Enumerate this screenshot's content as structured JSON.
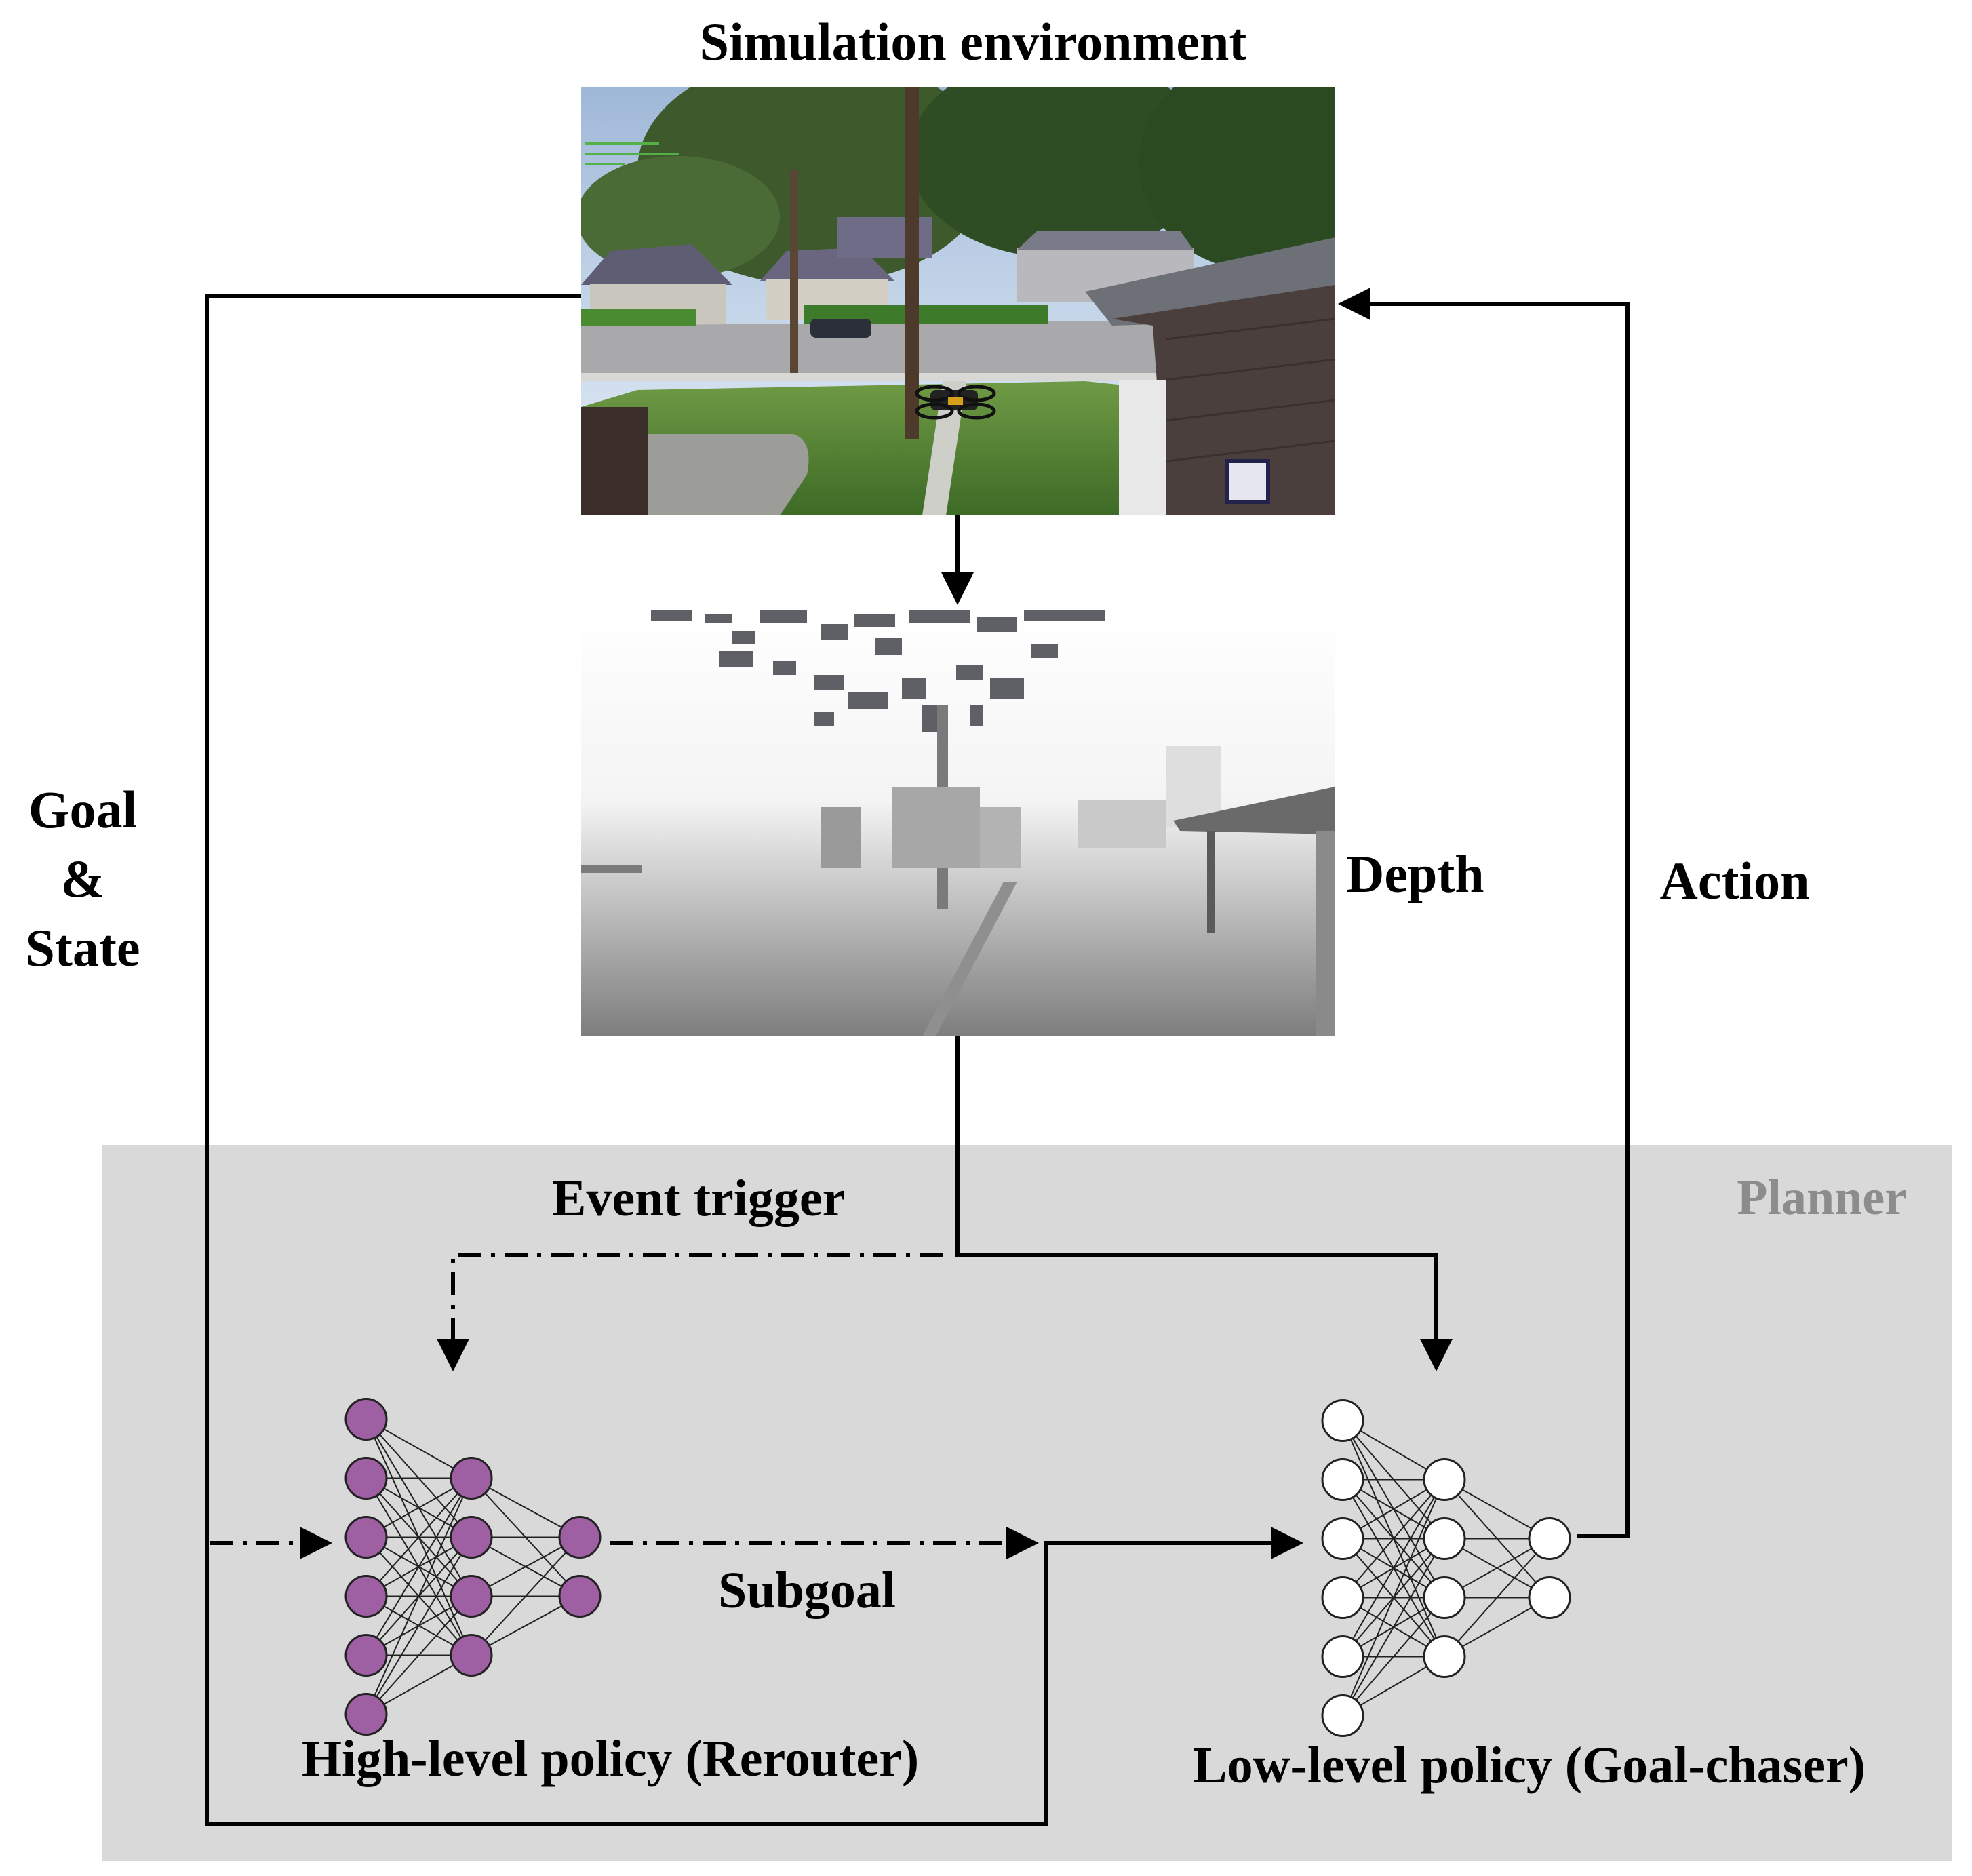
{
  "labels": {
    "sim_env": "Simulation environment",
    "depth": "Depth",
    "goal_state_1": "Goal",
    "goal_state_2": "&",
    "goal_state_3": "State",
    "action": "Action",
    "planner": "Planner",
    "event_trigger": "Event trigger",
    "subgoal": "Subgoal",
    "high_level": "High-level policy (Rerouter)",
    "low_level": "Low-level policy (Goal-chaser)"
  },
  "colors": {
    "planner_bg": "#d9d9d9",
    "planner_text": "#8c8c8c",
    "high_node_fill": "#9e5fa3",
    "low_node_fill": "#ffffff",
    "line": "#000000"
  },
  "networks": {
    "high_level": {
      "layers": [
        6,
        4,
        2
      ]
    },
    "low_level": {
      "layers": [
        6,
        4,
        2
      ]
    }
  }
}
